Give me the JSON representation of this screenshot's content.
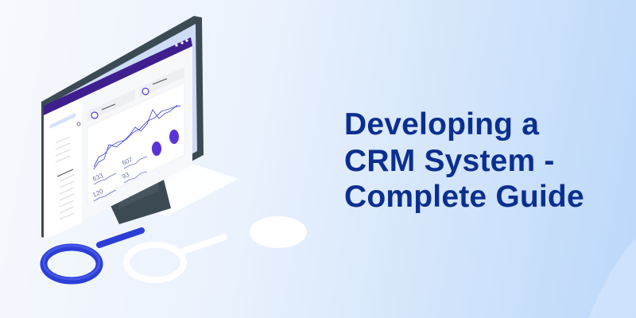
{
  "title": {
    "lines": [
      "Developing a",
      "CRM System -",
      "Complete Guide"
    ],
    "color": "#0b2f8f"
  },
  "illustration": {
    "screen_numbers": [
      "607",
      "633",
      "93",
      "120"
    ],
    "colors": {
      "accent_purple": "#3f1f8f",
      "bezel": "#3c4a54",
      "magnifier": "#2b3ed6"
    },
    "icons": [
      "monitor-icon",
      "magnifier-icon",
      "search-icon"
    ]
  }
}
